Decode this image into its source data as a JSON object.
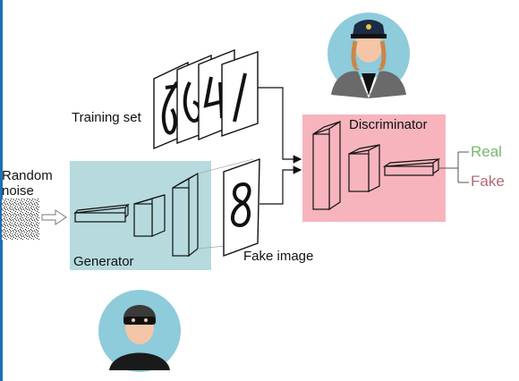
{
  "labels": {
    "random_noise_line1": "Random",
    "random_noise_line2": "noise",
    "training_set": "Training set",
    "discriminator": "Discriminator",
    "generator": "Generator",
    "fake_image": "Fake image",
    "real_output": "Real",
    "fake_output": "Fake"
  },
  "colors": {
    "generator_box": "#b6dadd",
    "discriminator_box": "#f7b4bd",
    "real_text": "#79b86a",
    "fake_text": "#b16a74",
    "page_accent": "#1f6fb5"
  },
  "icons": {
    "discriminator_avatar": "police-officer-icon",
    "generator_avatar": "masked-thief-icon"
  }
}
